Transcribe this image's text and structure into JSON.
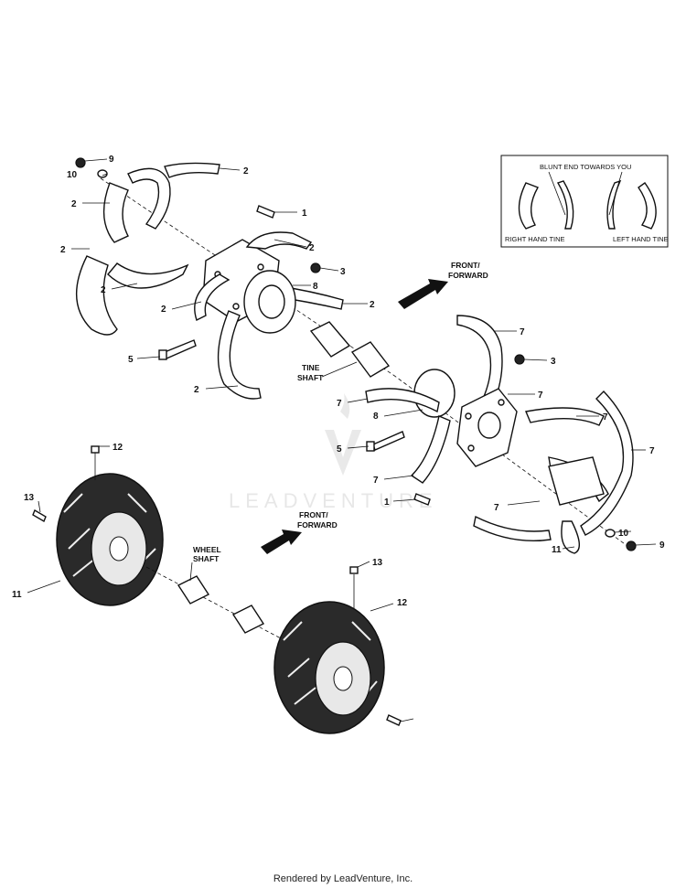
{
  "labels": {
    "tine_shaft_1": "TINE",
    "tine_shaft_2": "SHAFT",
    "wheel_shaft_1": "WHEEL",
    "wheel_shaft_2": "SHAFT",
    "front_top_1": "FRONT/",
    "front_top_2": "FORWARD",
    "front_bottom_1": "FRONT/",
    "front_bottom_2": "FORWARD",
    "inset_blunt": "BLUNT END TOWARDS YOU",
    "inset_right": "RIGHT HAND TINE",
    "inset_left": "LEFT HAND TINE",
    "watermark": "LEADVENTURE"
  },
  "callouts": [
    {
      "id": "c9a",
      "text": "9"
    },
    {
      "id": "c10a",
      "text": "10"
    },
    {
      "id": "c2a",
      "text": "2"
    },
    {
      "id": "c2b",
      "text": "2"
    },
    {
      "id": "c2c",
      "text": "2"
    },
    {
      "id": "c2d",
      "text": "2"
    },
    {
      "id": "c2e",
      "text": "2"
    },
    {
      "id": "c2f",
      "text": "2"
    },
    {
      "id": "c2g",
      "text": "2"
    },
    {
      "id": "c2h",
      "text": "2"
    },
    {
      "id": "c1a",
      "text": "1"
    },
    {
      "id": "c3a",
      "text": "3"
    },
    {
      "id": "c8a",
      "text": "8"
    },
    {
      "id": "c5a",
      "text": "5"
    },
    {
      "id": "c7a",
      "text": "7"
    },
    {
      "id": "c3b",
      "text": "3"
    },
    {
      "id": "c7b",
      "text": "7"
    },
    {
      "id": "c7c",
      "text": "7"
    },
    {
      "id": "c8b",
      "text": "8"
    },
    {
      "id": "c7d",
      "text": "7"
    },
    {
      "id": "c5b",
      "text": "5"
    },
    {
      "id": "c7e",
      "text": "7"
    },
    {
      "id": "c1b",
      "text": "1"
    },
    {
      "id": "c7f",
      "text": "7"
    },
    {
      "id": "c10b",
      "text": "10"
    },
    {
      "id": "c9b",
      "text": "9"
    },
    {
      "id": "c7g",
      "text": "7"
    },
    {
      "id": "c11a",
      "text": "11"
    },
    {
      "id": "c12a",
      "text": "12"
    },
    {
      "id": "c13a",
      "text": "13"
    },
    {
      "id": "c11b",
      "text": "11"
    },
    {
      "id": "c13b",
      "text": "13"
    },
    {
      "id": "c12b",
      "text": "12"
    }
  ],
  "footer": "Rendered by LeadVenture, Inc."
}
